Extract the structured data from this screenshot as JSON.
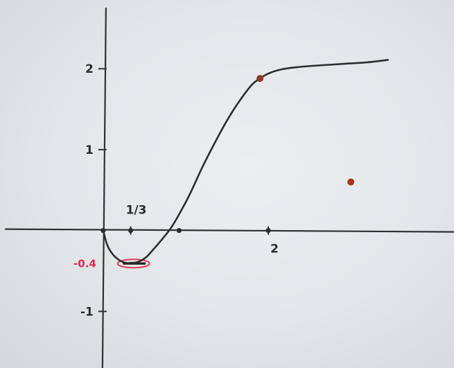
{
  "chart_data": {
    "type": "line",
    "title": "",
    "xlabel": "",
    "ylabel": "",
    "xlim": [
      -1.25,
      4.25
    ],
    "ylim": [
      -1.7,
      2.85
    ],
    "grid": false,
    "legend": "none",
    "x_ticks": [
      {
        "value": 0.333,
        "label": "1/3"
      },
      {
        "value": 2,
        "label": "2"
      }
    ],
    "y_ticks": [
      {
        "value": 2,
        "label": "2"
      },
      {
        "value": 1,
        "label": "1"
      },
      {
        "value": -1,
        "label": "-1"
      }
    ],
    "series": [
      {
        "name": "",
        "color": "#2c2c2c",
        "x": [
          0,
          0.05,
          0.12,
          0.2,
          0.27,
          0.333,
          0.42,
          0.52,
          0.62,
          0.72,
          0.82,
          0.92,
          1.05,
          1.2,
          1.35,
          1.5,
          1.65,
          1.8,
          1.9,
          2.0,
          2.15,
          2.35,
          2.6,
          2.9,
          3.2,
          3.45
        ],
        "y": [
          0,
          -0.18,
          -0.3,
          -0.37,
          -0.4,
          -0.4,
          -0.39,
          -0.33,
          -0.22,
          -0.1,
          0.03,
          0.2,
          0.45,
          0.78,
          1.08,
          1.36,
          1.6,
          1.8,
          1.88,
          1.94,
          1.99,
          2.02,
          2.04,
          2.06,
          2.08,
          2.11
        ]
      }
    ],
    "points": [
      {
        "x": 0,
        "y": 0,
        "color": "#2c2c2c"
      },
      {
        "x": 0.333,
        "y": 0,
        "color": "#2c2c2c"
      },
      {
        "x": 0.92,
        "y": 0,
        "color": "#2c2c2c"
      },
      {
        "x": 2,
        "y": 0,
        "color": "#2c2c2c"
      },
      {
        "x": 1.9,
        "y": 1.88,
        "color": "#8a3a2a"
      },
      {
        "x": 3.0,
        "y": 0.6,
        "color": "#a8351f"
      }
    ],
    "annotations": [
      {
        "text": "-0.4",
        "x": 0,
        "y": -0.4,
        "color": "#e0294f"
      }
    ],
    "highlight": {
      "x_from": 0.2,
      "x_to": 0.62,
      "y": -0.4,
      "color": "#e0294f"
    }
  }
}
